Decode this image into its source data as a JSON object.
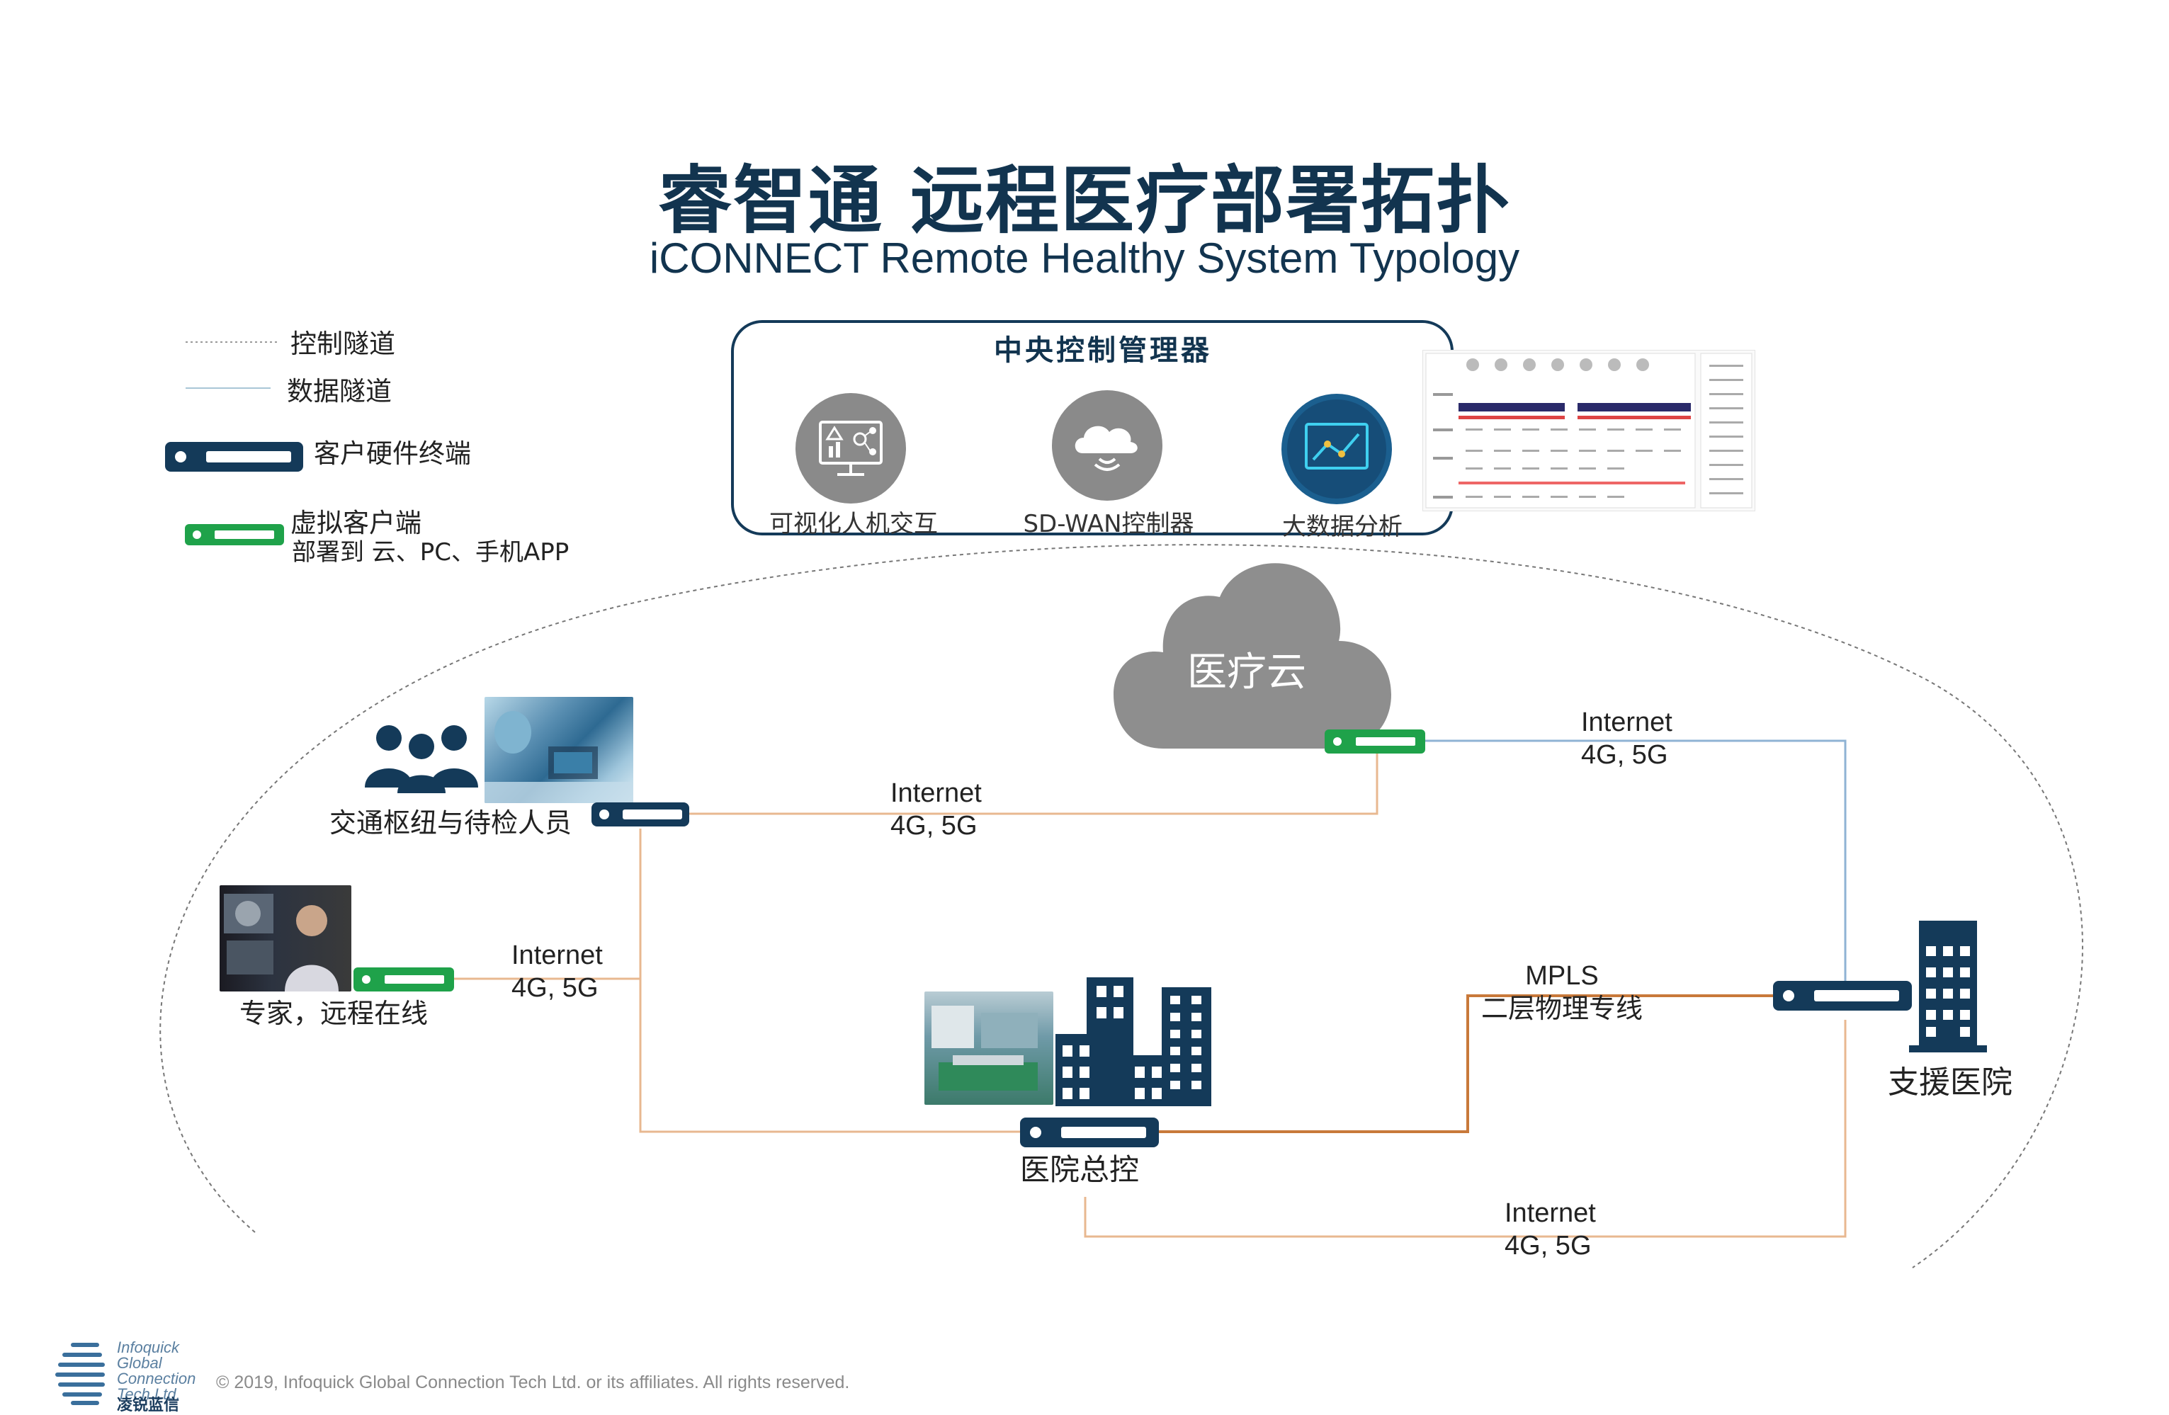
{
  "title": {
    "cn": "睿智通 远程医疗部署拓扑",
    "en": "iCONNECT Remote Healthy System Typology"
  },
  "legend": {
    "control_tunnel": "控制隧道",
    "data_tunnel": "数据隧道",
    "hardware_terminal": "客户硬件终端",
    "virtual_client": "虚拟客户端",
    "virtual_client_sub": "部署到 云、PC、手机APP"
  },
  "controller": {
    "title": "中央控制管理器",
    "items": [
      {
        "label": "可视化人机交互",
        "icon": "dashboard-icon"
      },
      {
        "label": "SD-WAN控制器",
        "icon": "cloud-wifi-icon"
      },
      {
        "label": "大数据分析",
        "icon": "line-chart-icon"
      }
    ]
  },
  "nodes": {
    "cloud": "医疗云",
    "transport_hub": "交通枢纽与待检人员",
    "expert": "专家，远程在线",
    "hospital_hq": "医院总控",
    "support_hospital": "支援医院"
  },
  "links": {
    "hub_to_cloud": {
      "line1": "Internet",
      "line2": "4G, 5G"
    },
    "cloud_to_support": {
      "line1": "Internet",
      "line2": "4G, 5G"
    },
    "expert_link": {
      "line1": "Internet",
      "line2": "4G, 5G"
    },
    "mpls": {
      "line1": "MPLS",
      "line2": "二层物理专线"
    },
    "hq_to_support": {
      "line1": "Internet",
      "line2": "4G, 5G"
    }
  },
  "footer": {
    "copyright": "© 2019, Infoquick Global Connection Tech Ltd. or its affiliates. All rights reserved.",
    "logo_lines": [
      "Infoquick",
      "Global",
      "Connection",
      "Tech Ltd."
    ],
    "logo_cn": "凌锐蓝信"
  },
  "colors": {
    "navy": "#143a59",
    "green": "#1fa24a",
    "orange_line": "#e0a878",
    "blue_line": "#7aa3c8",
    "mpls_line": "#c8793a",
    "cloud_gray": "#8c8c8c"
  }
}
